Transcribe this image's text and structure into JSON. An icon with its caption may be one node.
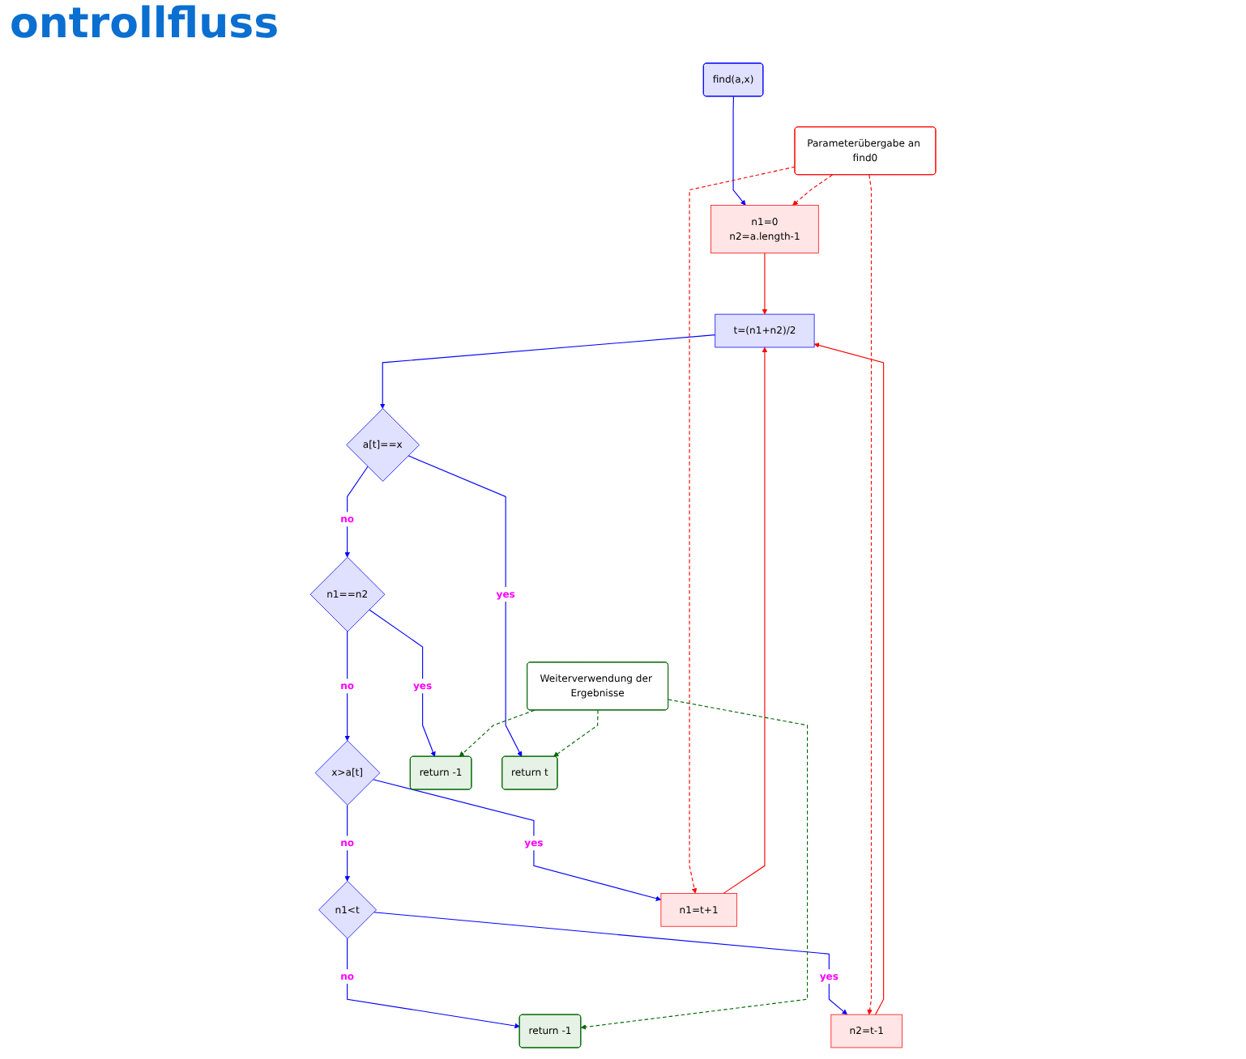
{
  "diagram": {
    "title": "ontrollfluss",
    "nodes": [
      {
        "text": [
          "find(a,x)"
        ]
      },
      {
        "text": [
          "n1=0",
          "n2=a.length-1"
        ]
      },
      {
        "text": [
          "t=(n1+n2)/2"
        ]
      },
      {
        "text": [
          "a[t]==x"
        ]
      },
      {
        "text": [
          "Parameterübergabe an find0"
        ]
      },
      {
        "text": [
          "n1==n2"
        ]
      },
      {
        "text": [
          "x>a[t]"
        ]
      },
      {
        "text": [
          "n1<t"
        ]
      },
      {
        "text": [
          "n1=t+1"
        ]
      },
      {
        "text": [
          "n2=t-1"
        ]
      },
      {
        "text": [
          "return -1"
        ]
      },
      {
        "text": [
          "return -1"
        ]
      },
      {
        "text": [
          "return t"
        ]
      },
      {
        "text": [
          "Weiterverwendung der Ergebnisse"
        ]
      }
    ],
    "edges": [
      {
        "from": 0,
        "to": 1,
        "arrow": "to"
      },
      {
        "from": 1,
        "to": 2,
        "arrow": "to",
        "color": "#ff0000"
      },
      {
        "from": 2,
        "to": 3,
        "arrow": "to"
      },
      {
        "from": 3,
        "to": 5,
        "arrow": "to",
        "label": "no"
      },
      {
        "from": 3,
        "to": 12,
        "arrow": "to",
        "label": "yes"
      },
      {
        "from": 5,
        "to": 6,
        "arrow": "to",
        "label": "no"
      },
      {
        "from": 5,
        "to": 11,
        "arrow": "to",
        "label": "yes"
      },
      {
        "from": 6,
        "to": 7,
        "arrow": "to",
        "label": "no"
      },
      {
        "from": 6,
        "to": 8,
        "arrow": "to",
        "label": "yes"
      },
      {
        "from": 7,
        "to": 10,
        "arrow": "to",
        "label": "no"
      },
      {
        "from": 7,
        "to": 9,
        "arrow": "to",
        "label": "yes"
      },
      {
        "from": 8,
        "to": 2,
        "arrow": "to",
        "color": "#ff0000"
      },
      {
        "from": 9,
        "to": 2,
        "arrow": "to",
        "color": "#ff0000"
      },
      {
        "from": 4,
        "to": 1,
        "arrow": "to",
        "style": "dashed",
        "color": "#ff0000"
      },
      {
        "from": 4,
        "to": 8,
        "arrow": "to",
        "style": "dashed",
        "color": "#ff0000"
      },
      {
        "from": 4,
        "to": 9,
        "arrow": "to",
        "style": "dashed",
        "color": "#ff0000"
      },
      {
        "from": 13,
        "to": 10,
        "arrow": "to",
        "style": "dashed",
        "color": "#006600"
      },
      {
        "from": 13,
        "to": 11,
        "arrow": "to",
        "style": "dashed",
        "color": "#006600"
      },
      {
        "from": 13,
        "to": 12,
        "arrow": "to",
        "style": "dashed",
        "color": "#006600"
      }
    ]
  }
}
